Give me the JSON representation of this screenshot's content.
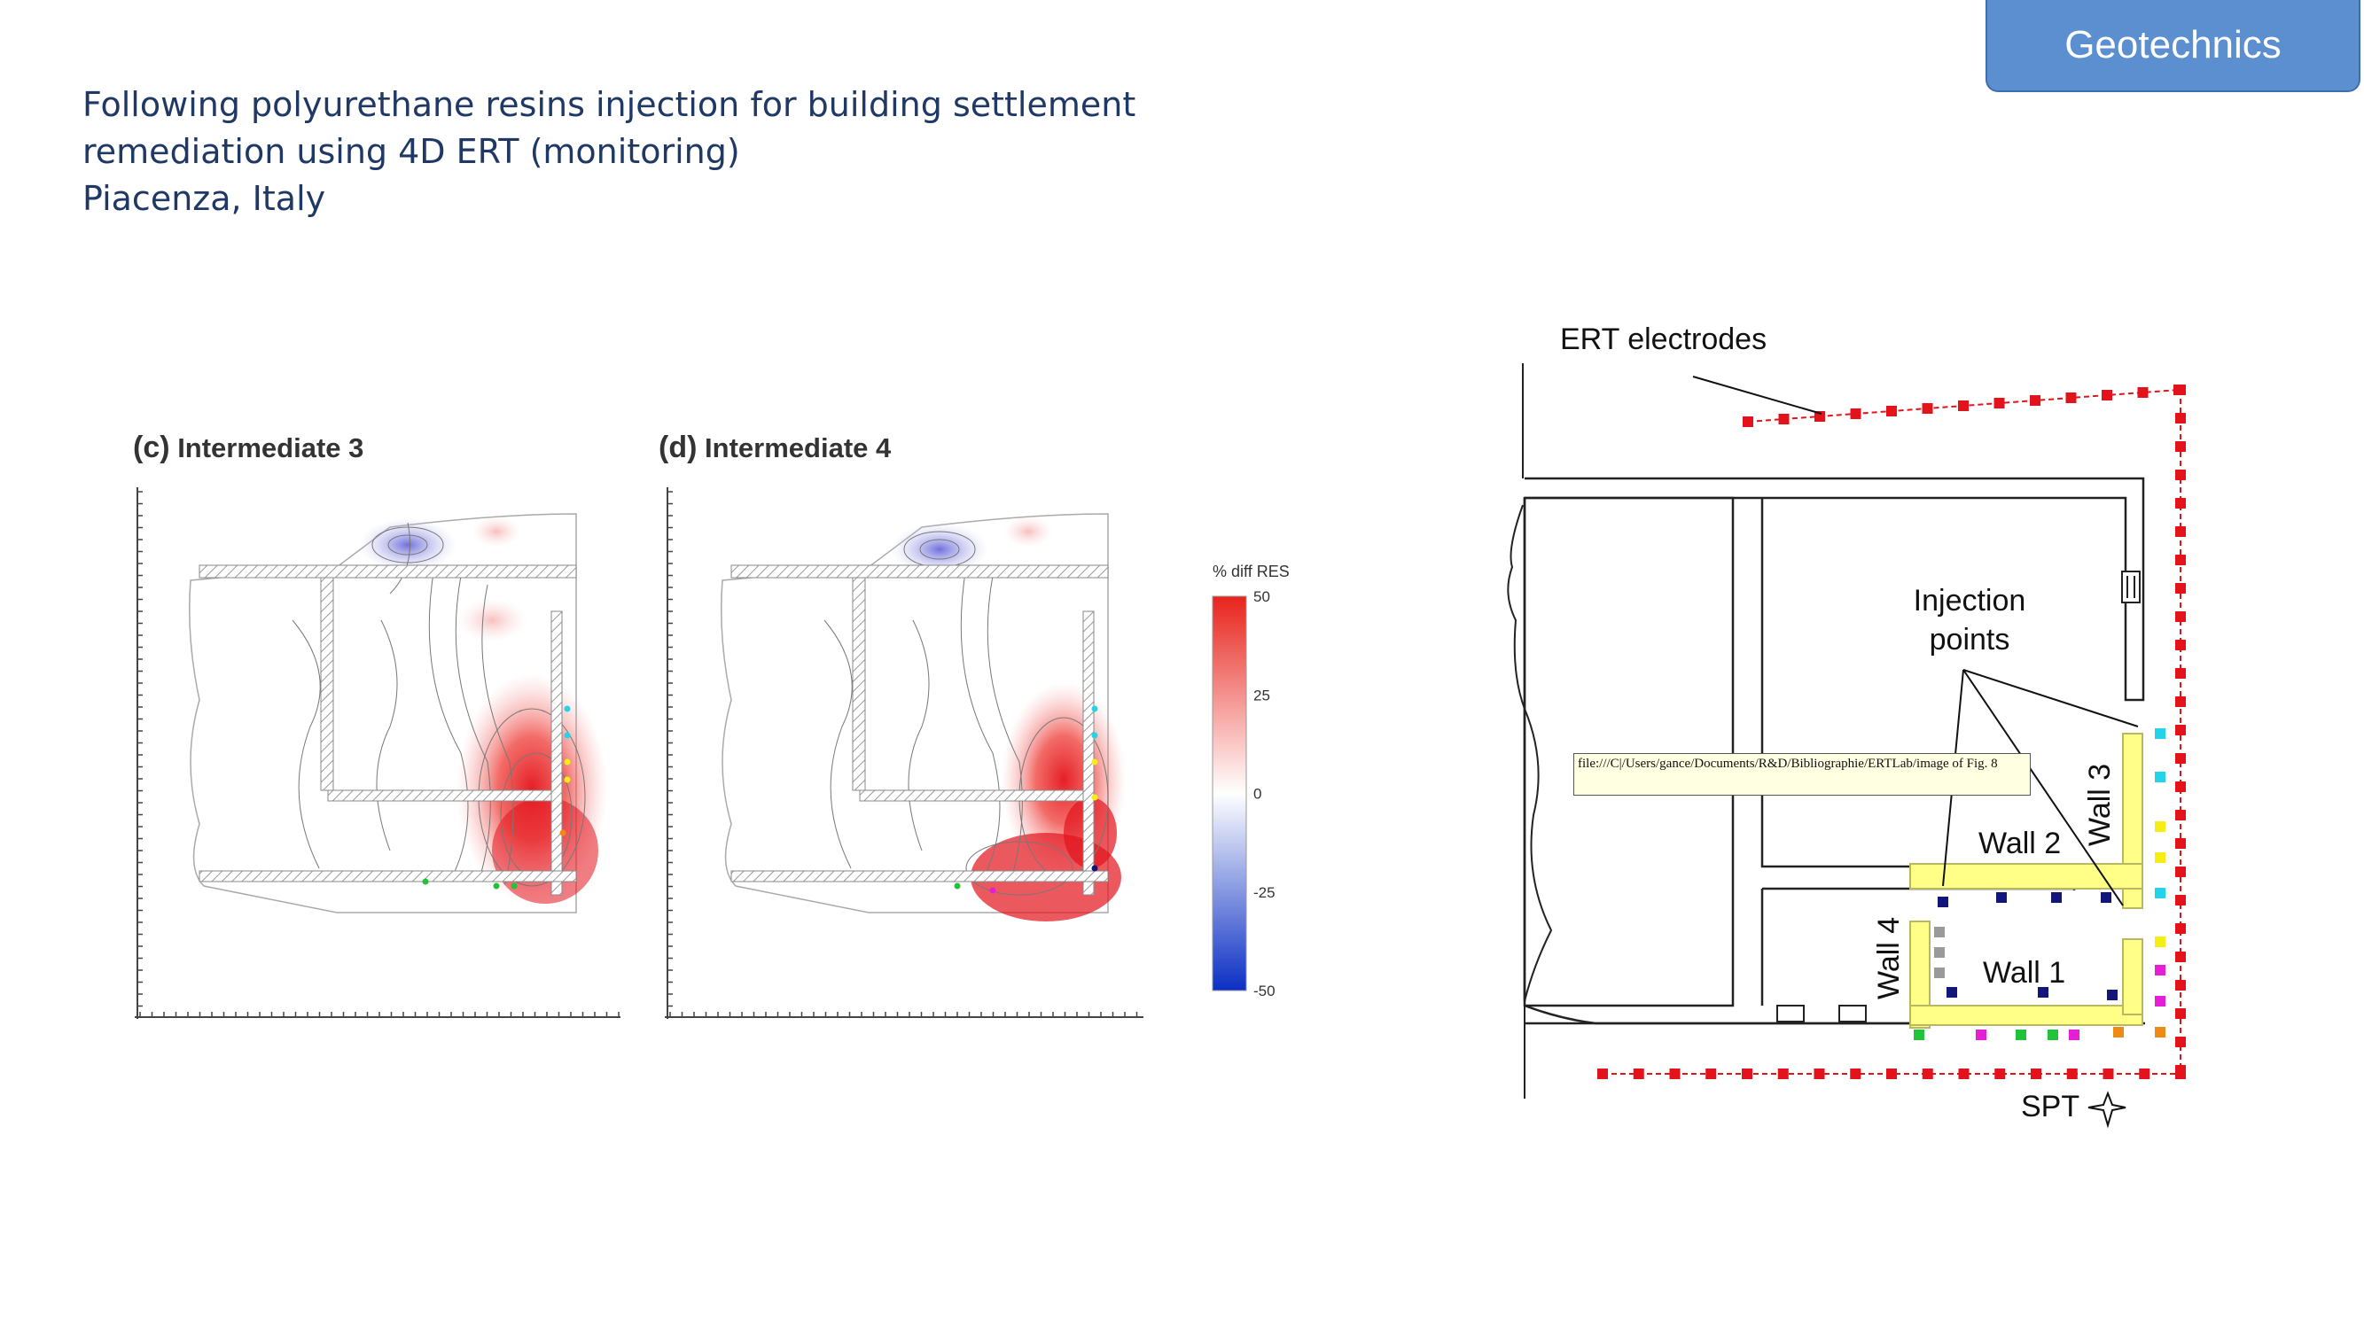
{
  "badge": {
    "label": "Geotechnics"
  },
  "title": {
    "lines": [
      "Following polyurethane resins injection for building settlement",
      "remediation using 4D ERT (monitoring)",
      "Piacenza, Italy"
    ]
  },
  "panels": [
    {
      "letter": "(c)",
      "name": "Intermediate 3"
    },
    {
      "letter": "(d)",
      "name": "Intermediate 4"
    }
  ],
  "colorbar": {
    "title": "% diff RES",
    "ticks": [
      "50",
      "25",
      "0",
      "-25",
      "-50"
    ],
    "colors": {
      "high": "#e8241c",
      "mid": "#ffffff",
      "low": "#0b2fc4"
    }
  },
  "plan": {
    "labels": {
      "ert": "ERT electrodes",
      "injection_line1": "Injection",
      "injection_line2": "points",
      "wall1": "Wall 1",
      "wall2": "Wall 2",
      "wall3": "Wall 3",
      "wall4": "Wall 4",
      "spt": "SPT"
    },
    "colors": {
      "electrode": "#e3131b",
      "wall_fill": "#ffff88",
      "cyan": "#22d4e8",
      "yellow": "#f4ee12",
      "magenta": "#e61fd6",
      "green": "#22c23a",
      "orange": "#f08a17",
      "navy": "#12167a",
      "gray": "#9a9a9a"
    }
  },
  "tooltip": {
    "text": "file:///C|/Users/gance/Documents/R&D/Bibliographie/ERTLab/image of Fig. 8"
  }
}
